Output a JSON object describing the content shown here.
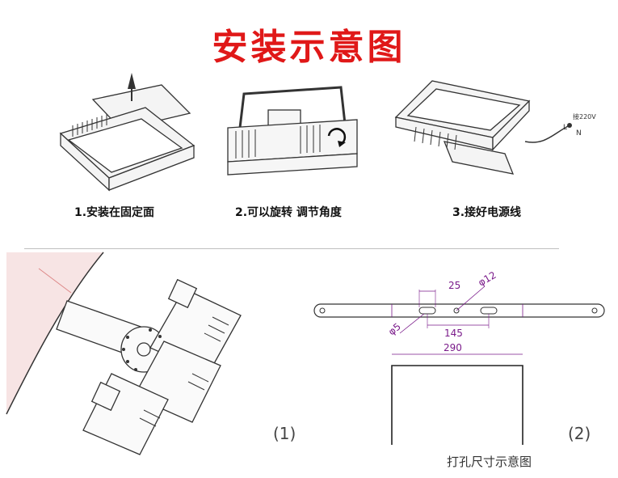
{
  "title": "安装示意图",
  "steps": [
    {
      "label": "1.安装在固定面"
    },
    {
      "label": "2.可以旋转 调节角度"
    },
    {
      "label": "3.接好电源线"
    }
  ],
  "wiring": {
    "voltage_label": "接220V",
    "live": "L",
    "neutral": "N"
  },
  "panel_labels": [
    "(1)",
    "(2)"
  ],
  "drill_diagram": {
    "dims": [
      "25",
      "φ12",
      "φ5",
      "145",
      "290"
    ],
    "caption": "打孔尺寸示意图"
  },
  "colors": {
    "title": "#e01818",
    "dimension": "#7a1a8a",
    "line": "#333333"
  }
}
